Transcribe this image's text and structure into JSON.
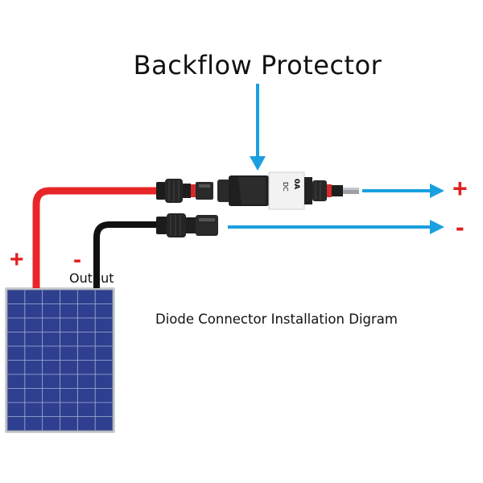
{
  "title": "Backflow Protector",
  "caption": "Diode Connector Installation Digram",
  "output_label": "Output",
  "polarity": {
    "left_positive": "+",
    "left_negative": "-",
    "right_positive": "+",
    "right_negative": "-"
  },
  "diode_label": {
    "rating": "0A",
    "type": "DC"
  },
  "colors": {
    "positive_wire": "#e8262a",
    "negative_wire": "#111111",
    "arrow": "#1aa0e0",
    "sign": "#e02020",
    "panel_cell": "#2e3f8f",
    "panel_frame": "#c9cdd3"
  }
}
